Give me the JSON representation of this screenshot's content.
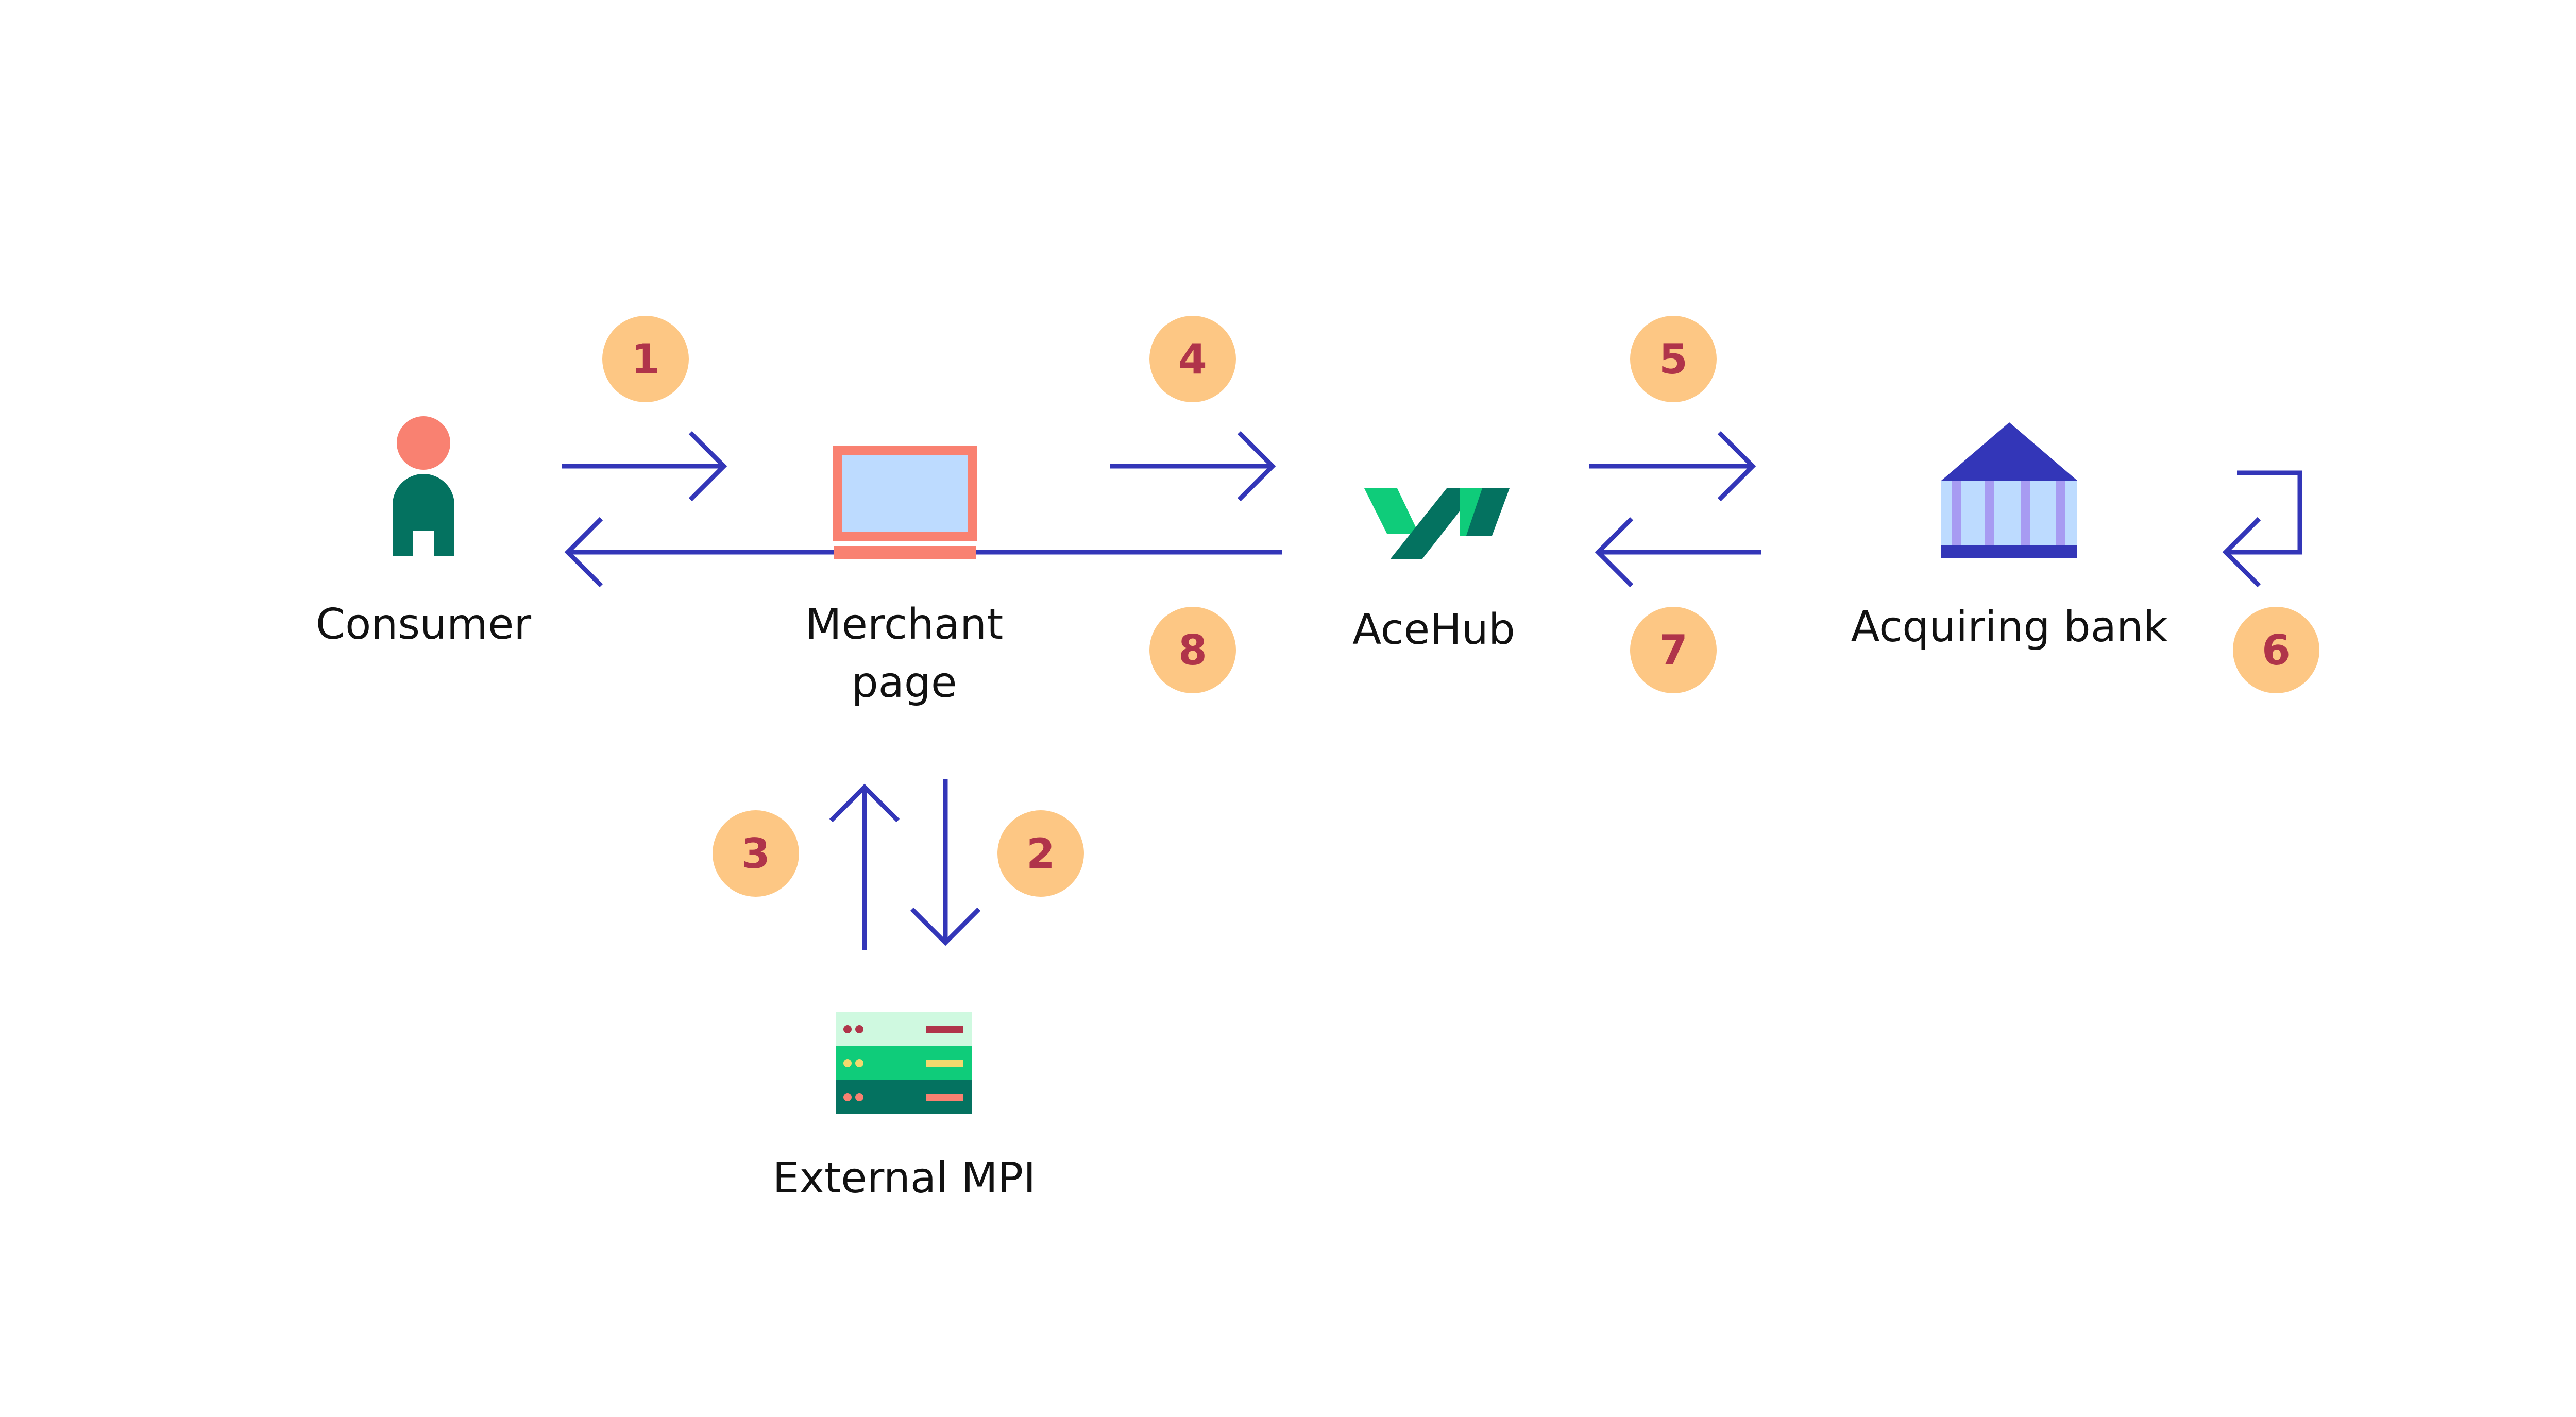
{
  "nodes": {
    "consumer": {
      "label": "Consumer"
    },
    "merchant": {
      "label_line1": "Merchant",
      "label_line2": "page"
    },
    "acehub": {
      "label": "AceHub"
    },
    "acquiring_bank": {
      "label": "Acquiring bank"
    },
    "external_mpi": {
      "label": "External MPI"
    }
  },
  "steps": [
    "1",
    "2",
    "3",
    "4",
    "5",
    "6",
    "7",
    "8"
  ],
  "icons": {
    "consumer": "person-icon",
    "merchant": "laptop-icon",
    "acehub": "acehub-logo-icon",
    "acquiring_bank": "bank-icon",
    "external_mpi": "server-icon"
  },
  "colors": {
    "arrow": "#3336b8",
    "badge_fill": "#fdc784",
    "badge_text": "#b0344a",
    "person_head": "#f98171",
    "person_body": "#047260",
    "laptop_frame": "#f98171",
    "laptop_screen": "#bddbff",
    "logo_light": "#0fcc7a",
    "logo_dark": "#047260",
    "bank_dark": "#3336b8",
    "bank_column": "#a79bf2",
    "bank_wall": "#bddbff",
    "server_top": "#cff9e0",
    "server_mid": "#0fcc7a",
    "server_bottom": "#047260"
  }
}
